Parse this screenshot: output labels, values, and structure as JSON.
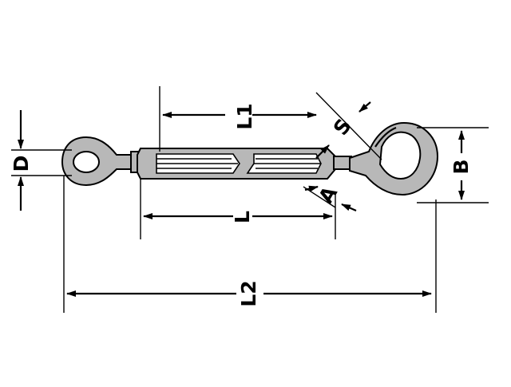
{
  "labels": {
    "D": "D",
    "L1": "L1",
    "L": "L",
    "L2": "L2",
    "S": "S",
    "A": "A",
    "B": "B"
  },
  "colors": {
    "line": "#000000",
    "body_fill": "#b8b8b8",
    "background": "#ffffff"
  }
}
